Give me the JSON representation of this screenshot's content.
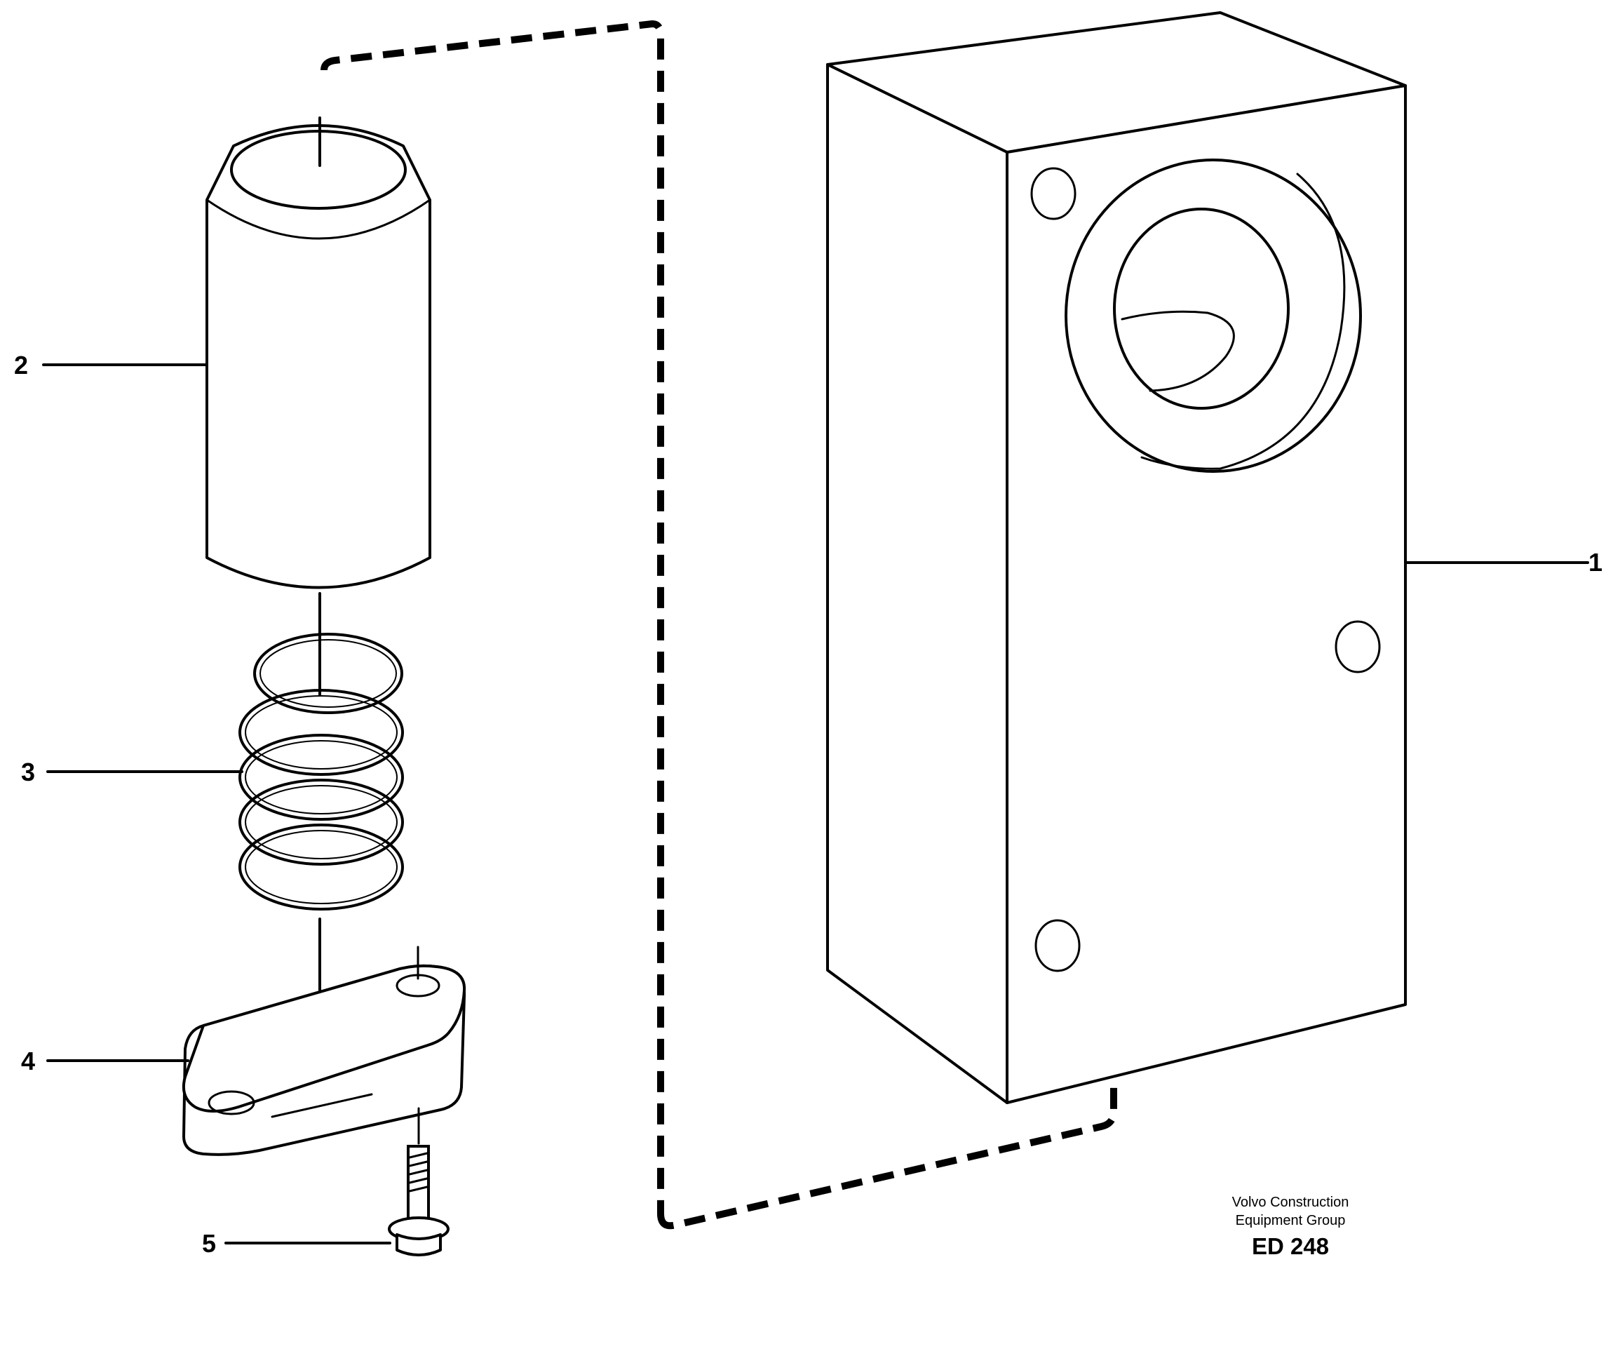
{
  "diagram": {
    "callouts": [
      {
        "id": "1",
        "label": "1",
        "part": "housing"
      },
      {
        "id": "2",
        "label": "2",
        "part": "piston"
      },
      {
        "id": "3",
        "label": "3",
        "part": "spring"
      },
      {
        "id": "4",
        "label": "4",
        "part": "cover-plate"
      },
      {
        "id": "5",
        "label": "5",
        "part": "flange-bolt"
      }
    ]
  },
  "footer": {
    "line1": "Volvo Construction",
    "line2": "Equipment Group",
    "code": "ED 248"
  }
}
